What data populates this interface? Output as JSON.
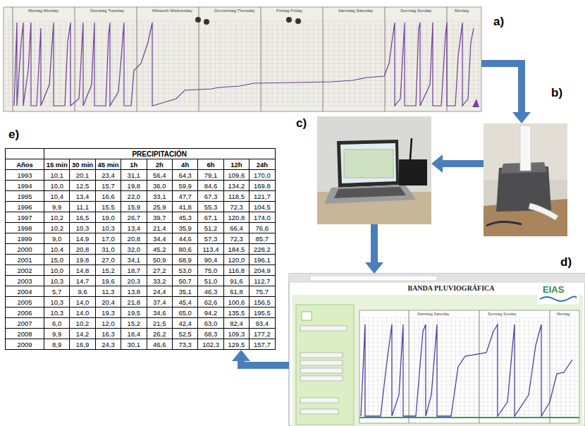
{
  "diagram": {
    "nodes": [
      {
        "text": [
          "a)"
        ]
      },
      {
        "text": [
          "b)"
        ]
      },
      {
        "text": [
          "c)"
        ]
      },
      {
        "text": [
          "d)"
        ]
      },
      {
        "text": [
          "e)"
        ]
      }
    ],
    "edges": [
      {
        "from": 0,
        "to": 1,
        "arrow": "to"
      },
      {
        "from": 1,
        "to": 2,
        "arrow": "to"
      },
      {
        "from": 2,
        "to": 3,
        "arrow": "to"
      },
      {
        "from": 3,
        "to": 4,
        "arrow": "to"
      }
    ],
    "labels": [
      "Montag Monday",
      "Dienstag Tuesday",
      "Mittwoch Wednesday",
      "Donnerstag Thursday",
      "Freitag Friday",
      "Samstag Saturday",
      "Sonntag Sunday",
      "Montag",
      "BANDA PLUVIOGRÁFICA",
      "EIAS",
      "Samstag Saturday",
      "Sonntag Sunday",
      "Montag",
      "PRECIPITACIÓN",
      "Años",
      "15 min",
      "30 min",
      "45 min",
      "1h",
      "2h",
      "4h",
      "6h",
      "12h",
      "24h",
      "1993",
      "10,1",
      "20,1",
      "23,4",
      "31,1",
      "56,4",
      "64,3",
      "79,1",
      "109,6",
      "170,0",
      "1994",
      "10,0",
      "12,5",
      "15,7",
      "19,8",
      "36,0",
      "59,9",
      "84,6",
      "134,2",
      "169,8",
      "1995",
      "10,4",
      "13,4",
      "16,6",
      "22,0",
      "33,1",
      "47,7",
      "67,3",
      "118,5",
      "121,7",
      "1996",
      "9,9",
      "11,1",
      "15,5",
      "15,9",
      "25,9",
      "41,8",
      "55,3",
      "72,3",
      "104,5",
      "1997",
      "10,2",
      "16,5",
      "19,0",
      "26,7",
      "39,7",
      "45,3",
      "67,1",
      "120,8",
      "174,0",
      "1998",
      "10,2",
      "10,3",
      "10,3",
      "13,4",
      "21,4",
      "35,9",
      "51,2",
      "66,4",
      "76,6",
      "1999",
      "9,0",
      "14,9",
      "17,0",
      "20,8",
      "34,4",
      "44,6",
      "57,3",
      "72,3",
      "85,7",
      "2000",
      "10,4",
      "20,8",
      "31,0",
      "32,0",
      "45,2",
      "80,6",
      "113,4",
      "184,5",
      "228,2",
      "2001",
      "15,0",
      "19,8",
      "27,0",
      "34,1",
      "50,9",
      "68,9",
      "90,4",
      "120,0",
      "196,1",
      "2002",
      "10,0",
      "14,8",
      "15,2",
      "18,7",
      "27,2",
      "53,0",
      "75,0",
      "116,8",
      "204,9",
      "2003",
      "10,3",
      "14,7",
      "19,6",
      "20,3",
      "33,2",
      "50,7",
      "51,0",
      "91,6",
      "112,7",
      "2004",
      "5,7",
      "9,6",
      "11,3",
      "13,8",
      "24,4",
      "35,1",
      "46,3",
      "61,8",
      "75,7",
      "2005",
      "10,3",
      "14,0",
      "20,4",
      "21,8",
      "37,4",
      "45,4",
      "62,6",
      "100,6",
      "156,5",
      "2006",
      "10,3",
      "14,0",
      "19,3",
      "19,5",
      "34,6",
      "65,0",
      "94,2",
      "135,5",
      "195,5",
      "2007",
      "6,0",
      "10,2",
      "12,0",
      "15,2",
      "21,5",
      "42,4",
      "63,0",
      "82,4",
      "93,4",
      "2008",
      "9,9",
      "14,2",
      "16,3",
      "16,4",
      "26,2",
      "52,5",
      "68,3",
      "109,3",
      "177,2",
      "2009",
      "8,9",
      "16,9",
      "24,3",
      "30,1",
      "46,6",
      "73,3",
      "102,3",
      "129,5",
      "157,7"
    ]
  }
}
